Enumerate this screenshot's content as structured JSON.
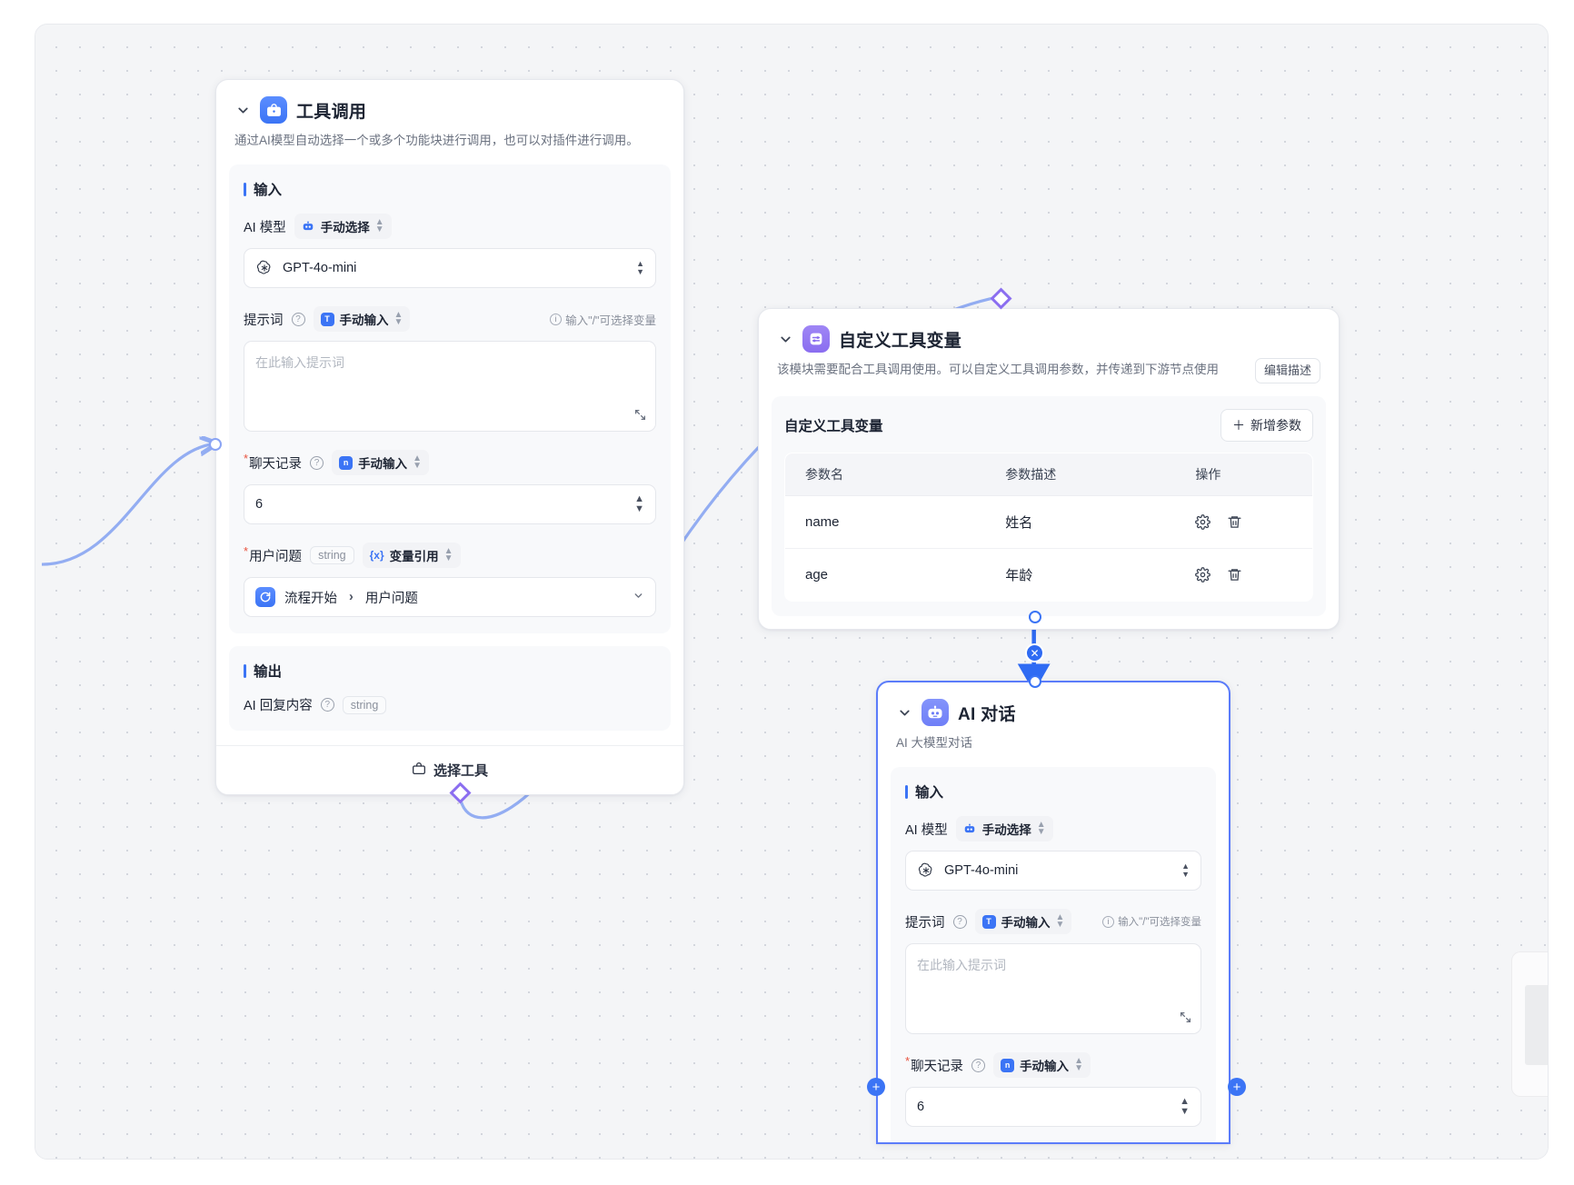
{
  "canvas": {
    "grid": true,
    "bg_color": "#f4f5f7"
  },
  "nodes": [
    {
      "id": "tool-call",
      "title": "工具调用",
      "description": "通过AI模型自动选择一个或多个功能块进行调用，也可以对插件进行调用。",
      "icon": "toolbox-icon",
      "input_section_title": "输入",
      "output_section_title": "输出",
      "fields": {
        "ai_model_label": "AI 模型",
        "ai_model_mode": "手动选择",
        "ai_model_value": "GPT-4o-mini",
        "prompt_label": "提示词",
        "prompt_mode": "手动输入",
        "prompt_hint": "输入\"/\"可选择变量",
        "prompt_placeholder": "在此输入提示词",
        "chat_history_label": "聊天记录",
        "chat_history_mode": "手动输入",
        "chat_history_value": "6",
        "user_question_label": "用户问题",
        "user_question_type": "string",
        "user_question_mode": "变量引用",
        "user_question_ref_source": "流程开始",
        "user_question_ref_field": "用户问题"
      },
      "output": {
        "label": "AI 回复内容",
        "type": "string"
      },
      "footer_button": "选择工具"
    },
    {
      "id": "custom-tool-vars",
      "title": "自定义工具变量",
      "description": "该模块需要配合工具调用使用。可以自定义工具调用参数，并传递到下游节点使用",
      "icon": "variable-icon",
      "edit_desc_button": "编辑描述",
      "table": {
        "title": "自定义工具变量",
        "add_button": "新增参数",
        "columns": [
          "参数名",
          "参数描述",
          "操作"
        ],
        "rows": [
          {
            "name": "name",
            "desc": "姓名",
            "ops": [
              "gear-icon",
              "trash-icon"
            ]
          },
          {
            "name": "age",
            "desc": "年龄",
            "ops": [
              "gear-icon",
              "trash-icon"
            ]
          }
        ]
      }
    },
    {
      "id": "ai-chat",
      "title": "AI 对话",
      "description": "AI 大模型对话",
      "icon": "robot-icon",
      "selected": true,
      "input_section_title": "输入",
      "fields": {
        "ai_model_label": "AI 模型",
        "ai_model_mode": "手动选择",
        "ai_model_value": "GPT-4o-mini",
        "prompt_label": "提示词",
        "prompt_mode": "手动输入",
        "prompt_hint": "输入\"/\"可选择变量",
        "prompt_placeholder": "在此输入提示词",
        "chat_history_label": "聊天记录",
        "chat_history_mode": "手动输入",
        "chat_history_value": "6"
      }
    }
  ],
  "edges": {
    "colors": {
      "light_blue": "#93adf2",
      "blue": "#2f6bf3",
      "purple": "#8b6ef0"
    },
    "delete_label": "✕",
    "add_label": "+"
  }
}
